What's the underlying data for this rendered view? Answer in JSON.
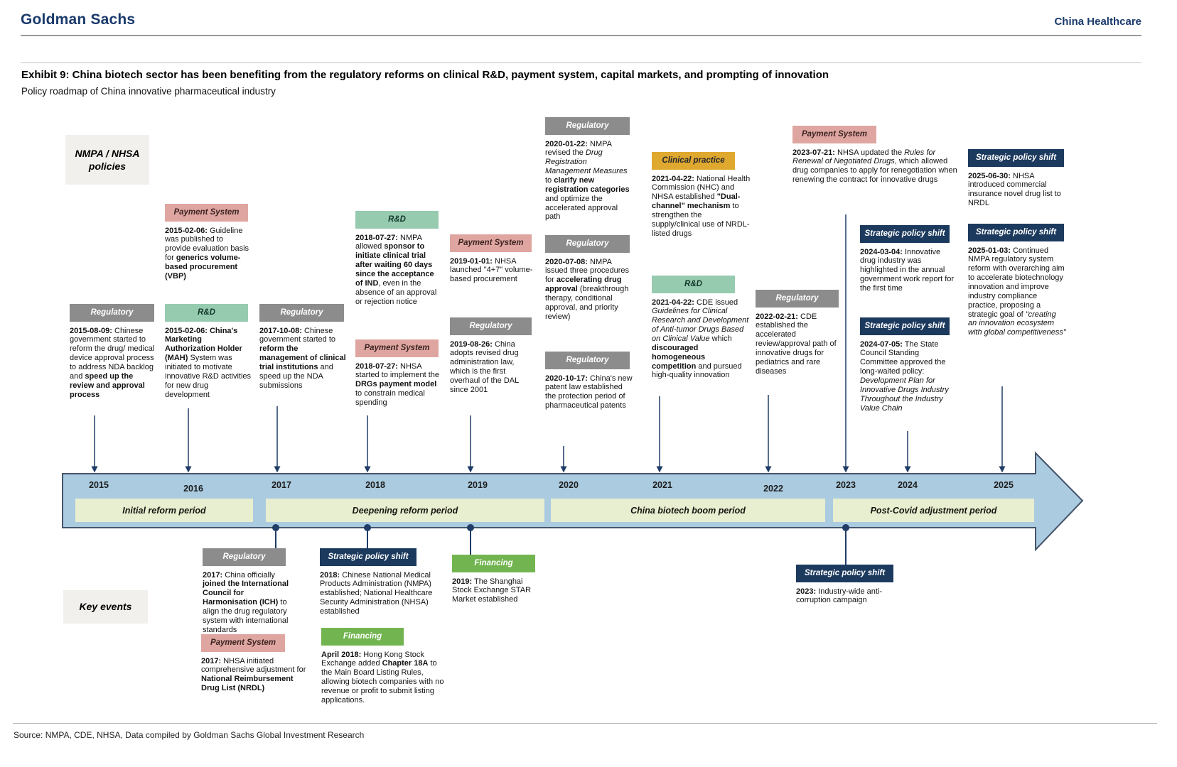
{
  "header": {
    "brand": "Goldman Sachs",
    "section": "China Healthcare"
  },
  "exhibit": {
    "title": "Exhibit 9: China biotech sector has been benefiting from the regulatory reforms on clinical R&D, payment system, capital markets, and prompting of innovation",
    "subtitle": "Policy roadmap of China innovative pharmaceutical industry"
  },
  "row_labels": {
    "policies": "NMPA / NHSA policies",
    "key_events": "Key events"
  },
  "colors": {
    "regulatory": "#8c8c8c",
    "payment_system": "#dfa6a1",
    "rnd": "#97cbb0",
    "clinical_practice": "#dfa82e",
    "strategic_policy_shift": "#1c3a5e",
    "financing": "#72b550",
    "timeline_band": "#aacbe0",
    "band_border": "#44546a",
    "period_box": "#e8eed0",
    "connector": "#1f3d66",
    "header_navy": "#1a3a6b",
    "label_box": "#f2f0ed"
  },
  "timeline": {
    "years": [
      "2015",
      "2016",
      "2017",
      "2018",
      "2019",
      "2020",
      "2021",
      "2022",
      "2023",
      "2024",
      "2025"
    ],
    "periods": [
      "Initial reform period",
      "Deepening reform period",
      "China biotech boom period",
      "Post-Covid adjustment period"
    ]
  },
  "policy_events": [
    {
      "category": "Regulatory",
      "segments": [
        {
          "t": "2015-08-09:",
          "b": true
        },
        {
          "t": " Chinese government started to reform the drug/ medical device approval process to address NDA backlog and "
        },
        {
          "t": "speed up the review and approval process",
          "b": true
        }
      ]
    },
    {
      "category": "Payment System",
      "segments": [
        {
          "t": "2015-02-06:",
          "b": true
        },
        {
          "t": " Guideline was published to provide evaluation basis for "
        },
        {
          "t": "generics volume-based procurement (VBP)",
          "b": true
        }
      ]
    },
    {
      "category": "R&D",
      "segments": [
        {
          "t": "2015-02-06: China's Marketing Authorization Holder (MAH)",
          "b": true
        },
        {
          "t": " System was initiated to motivate innovative R&D activities for new drug development"
        }
      ]
    },
    {
      "category": "Regulatory",
      "segments": [
        {
          "t": "2017-10-08:",
          "b": true
        },
        {
          "t": " Chinese government started to "
        },
        {
          "t": "reform the management of clinical trial institutions",
          "b": true
        },
        {
          "t": " and speed up the NDA submissions"
        }
      ]
    },
    {
      "category": "R&D",
      "segments": [
        {
          "t": "2018-07-27:",
          "b": true
        },
        {
          "t": " NMPA allowed "
        },
        {
          "t": "sponsor to initiate clinical trial after waiting 60 days since the acceptance of IND",
          "b": true
        },
        {
          "t": ", even in the absence of an approval or rejection notice"
        }
      ]
    },
    {
      "category": "Payment System",
      "segments": [
        {
          "t": "2018-07-27:",
          "b": true
        },
        {
          "t": " NHSA started to implement the "
        },
        {
          "t": "DRGs payment model",
          "b": true
        },
        {
          "t": " to constrain medical spending"
        }
      ]
    },
    {
      "category": "Payment System",
      "segments": [
        {
          "t": "2019-01-01:",
          "b": true
        },
        {
          "t": " NHSA launched \"4+7\" volume-based procurement"
        }
      ]
    },
    {
      "category": "Regulatory",
      "segments": [
        {
          "t": "2019-08-26:",
          "b": true
        },
        {
          "t": " China adopts revised drug administration law, which is the first overhaul of the DAL since 2001"
        }
      ]
    },
    {
      "category": "Regulatory",
      "segments": [
        {
          "t": "2020-01-22:",
          "b": true
        },
        {
          "t": " NMPA revised the "
        },
        {
          "t": "Drug Registration Management Measures",
          "i": true
        },
        {
          "t": " to "
        },
        {
          "t": "clarify new registration categories",
          "b": true
        },
        {
          "t": " and optimize the accelerated approval path"
        }
      ]
    },
    {
      "category": "Regulatory",
      "segments": [
        {
          "t": "2020-07-08:",
          "b": true
        },
        {
          "t": " NMPA issued three procedures for "
        },
        {
          "t": "accelerating drug approval",
          "b": true
        },
        {
          "t": " (breakthrough therapy, conditional approval, and priority review)"
        }
      ]
    },
    {
      "category": "Regulatory",
      "segments": [
        {
          "t": "2020-10-17:",
          "b": true
        },
        {
          "t": " China's new patent law established the protection period of pharmaceutical patents"
        }
      ]
    },
    {
      "category": "Clinical practice",
      "segments": [
        {
          "t": "2021-04-22:",
          "b": true
        },
        {
          "t": " National Health Commission (NHC) and NHSA established "
        },
        {
          "t": "\"Dual-channel\" mechanism",
          "b": true
        },
        {
          "t": " to strengthen the supply/clinical use of NRDL-listed drugs"
        }
      ]
    },
    {
      "category": "R&D",
      "segments": [
        {
          "t": "2021-04-22:",
          "b": true
        },
        {
          "t": " CDE issued "
        },
        {
          "t": "Guidelines for Clinical Research and Development of Anti-tumor Drugs Based on Clinical Value",
          "i": true
        },
        {
          "t": " which "
        },
        {
          "t": "discouraged homogeneous competition",
          "b": true
        },
        {
          "t": " and pursued high-quality innovation"
        }
      ]
    },
    {
      "category": "Regulatory",
      "segments": [
        {
          "t": "2022-02-21:",
          "b": true
        },
        {
          "t": " CDE established the accelerated review/approval path of innovative drugs for pediatrics and rare diseases"
        }
      ]
    },
    {
      "category": "Payment System",
      "segments": [
        {
          "t": "2023-07-21:",
          "b": true
        },
        {
          "t": " NHSA updated the "
        },
        {
          "t": "Rules for Renewal of Negotiated Drugs",
          "i": true
        },
        {
          "t": ", which allowed drug companies to apply for renegotiation when renewing the contract for innovative drugs"
        }
      ]
    },
    {
      "category": "Strategic policy shift",
      "segments": [
        {
          "t": "2024-03-04:",
          "b": true
        },
        {
          "t": " Innovative drug industry was highlighted in the annual government work report for the first time"
        }
      ]
    },
    {
      "category": "Strategic policy shift",
      "segments": [
        {
          "t": "2024-07-05:",
          "b": true
        },
        {
          "t": " The State Council Standing Committee approved the long-waited policy: "
        },
        {
          "t": "Development Plan for Innovative Drugs Industry Throughout the Industry Value Chain",
          "i": true
        }
      ]
    },
    {
      "category": "Strategic policy shift",
      "segments": [
        {
          "t": "2025-06-30:",
          "b": true
        },
        {
          "t": " NHSA introduced commercial insurance novel drug list to NRDL"
        }
      ]
    },
    {
      "category": "Strategic policy shift",
      "segments": [
        {
          "t": "2025-01-03:",
          "b": true
        },
        {
          "t": " Continued NMPA regulatory system reform with overarching aim to accelerate biotechnology innovation and improve industry compliance practice, proposing a strategic goal of "
        },
        {
          "t": "\"creating an innovation ecosystem with global competitiveness\"",
          "i": true
        }
      ]
    }
  ],
  "key_events": [
    {
      "category": "Regulatory",
      "segments": [
        {
          "t": "2017:",
          "b": true
        },
        {
          "t": " China officially "
        },
        {
          "t": "joined the International Council for Harmonisation (ICH)",
          "b": true
        },
        {
          "t": " to align the drug regulatory system with international standards"
        }
      ]
    },
    {
      "category": "Payment System",
      "segments": [
        {
          "t": "2017:",
          "b": true
        },
        {
          "t": " NHSA initiated comprehensive adjustment for "
        },
        {
          "t": "National Reimbursement Drug List (NRDL)",
          "b": true
        }
      ]
    },
    {
      "category": "Strategic policy shift",
      "segments": [
        {
          "t": "2018:",
          "b": true
        },
        {
          "t": " Chinese National Medical Products Administration (NMPA) established; National Healthcare Security Administration (NHSA) established"
        }
      ]
    },
    {
      "category": "Financing",
      "segments": [
        {
          "t": "April 2018:",
          "b": true
        },
        {
          "t": " Hong Kong Stock Exchange added "
        },
        {
          "t": "Chapter 18A",
          "b": true
        },
        {
          "t": " to the Main Board Listing Rules, allowing biotech companies with no revenue or profit to submit listing applications."
        }
      ]
    },
    {
      "category": "Financing",
      "segments": [
        {
          "t": "2019:",
          "b": true
        },
        {
          "t": " The Shanghai Stock Exchange STAR Market established"
        }
      ]
    },
    {
      "category": "Strategic policy shift",
      "segments": [
        {
          "t": "2023:",
          "b": true
        },
        {
          "t": " Industry-wide anti-corruption campaign"
        }
      ]
    }
  ],
  "source": "Source: NMPA, CDE, NHSA, Data compiled by Goldman Sachs Global Investment Research"
}
